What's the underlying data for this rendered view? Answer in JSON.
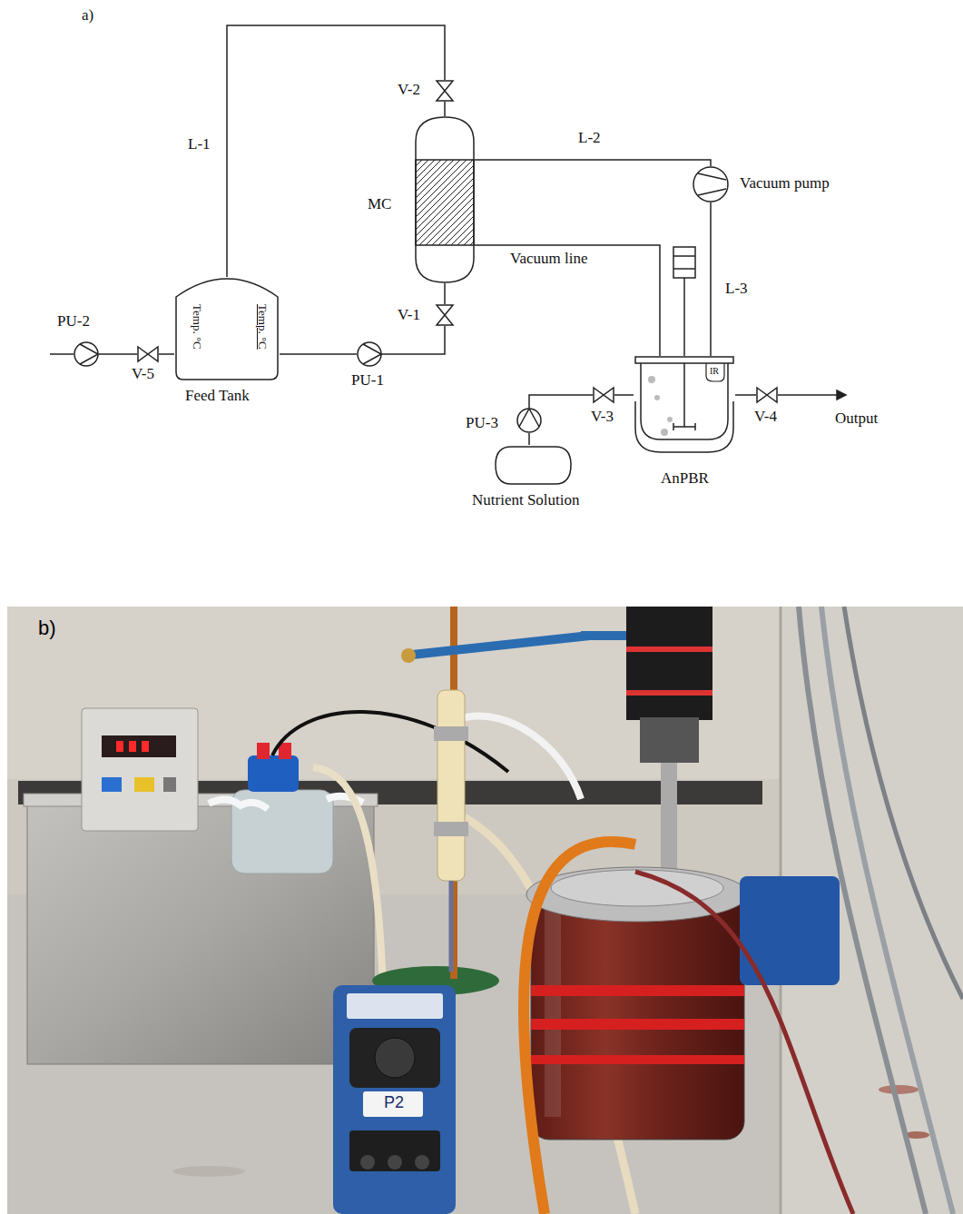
{
  "diagram": {
    "nodes": [
      {
        "text": [
          "V-2"
        ]
      },
      {
        "text": [
          "MC"
        ]
      },
      {
        "text": [
          "Vacuum pump"
        ]
      },
      {
        "text": [
          "V-1"
        ]
      },
      {
        "text": [
          "PU-2"
        ]
      },
      {
        "text": [
          "Feed Tank",
          "Temp. °C",
          "Temp. °C"
        ]
      },
      {
        "text": [
          "V-5"
        ]
      },
      {
        "text": [
          "PU-1"
        ]
      },
      {
        "text": [
          "AnPBR",
          "IR"
        ]
      },
      {
        "text": [
          "PU-3"
        ]
      },
      {
        "text": [
          "V-3"
        ]
      },
      {
        "text": [
          "V-4"
        ]
      },
      {
        "text": [
          "Nutrient Solution"
        ]
      }
    ],
    "edges": [
      {
        "from": 5,
        "to": 0,
        "arrow": "none",
        "label": "L-1"
      },
      {
        "from": 0,
        "to": 1,
        "arrow": "none"
      },
      {
        "from": 5,
        "to": 7,
        "arrow": "none"
      },
      {
        "from": 7,
        "to": 3,
        "arrow": "none"
      },
      {
        "from": 3,
        "to": 1,
        "arrow": "none"
      },
      {
        "from": 1,
        "to": 2,
        "arrow": "none",
        "label": "L-2"
      },
      {
        "from": 1,
        "to": 8,
        "arrow": "none",
        "label": "Vacuum line"
      },
      {
        "from": 2,
        "to": 8,
        "arrow": "none",
        "label": "L-3"
      },
      {
        "from": 4,
        "to": 6,
        "arrow": "none"
      },
      {
        "from": 6,
        "to": 5,
        "arrow": "none"
      },
      {
        "from": 12,
        "to": 9,
        "arrow": "none"
      },
      {
        "from": 9,
        "to": 10,
        "arrow": "none"
      },
      {
        "from": 10,
        "to": 8,
        "arrow": "none"
      },
      {
        "from": 8,
        "to": 11,
        "arrow": "none"
      }
    ],
    "labels": [
      "a)",
      "b)",
      "Output",
      "P2"
    ]
  }
}
